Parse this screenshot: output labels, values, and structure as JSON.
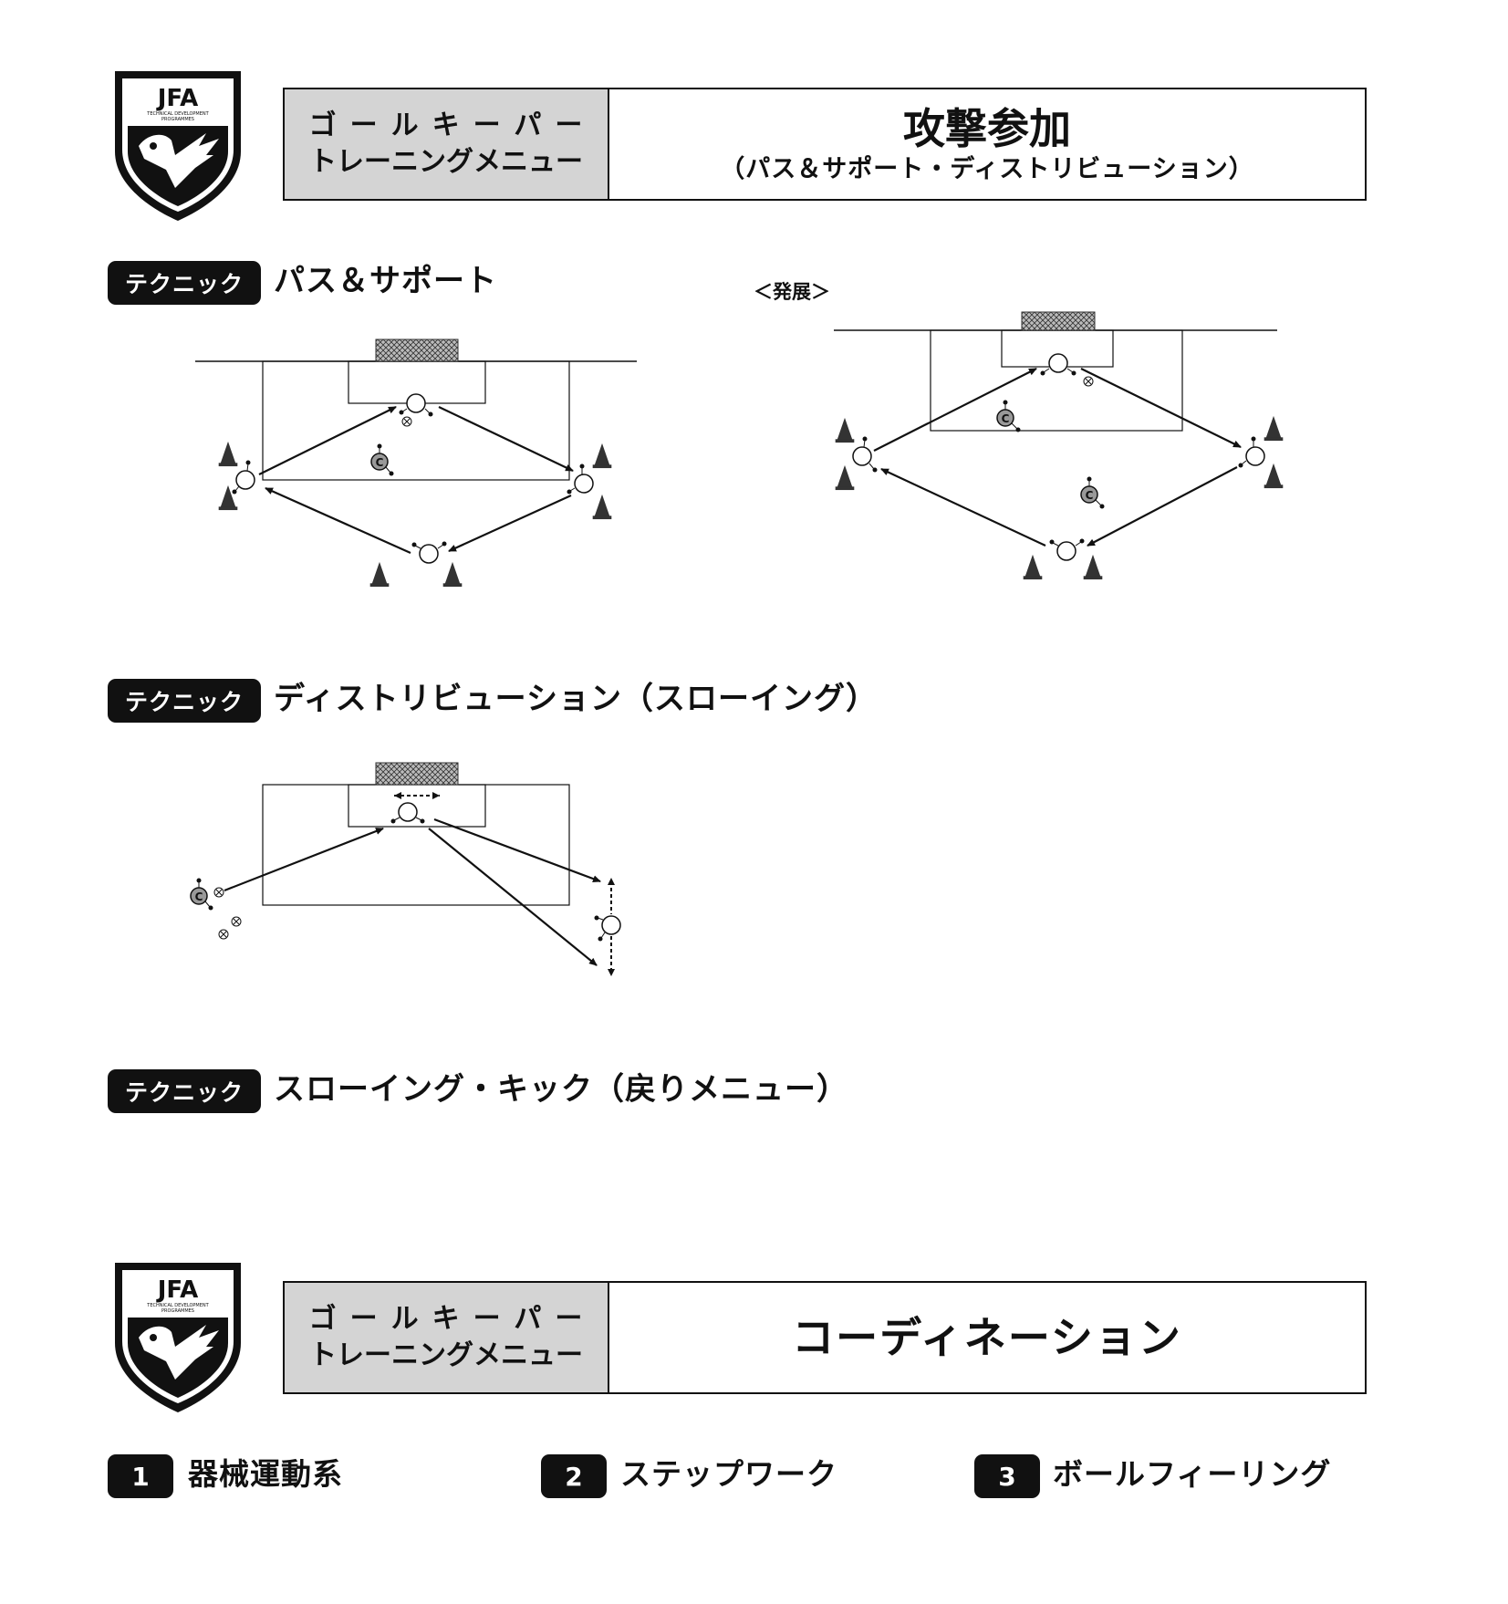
{
  "header1": {
    "logo_text": "JFA",
    "logo_subtext": "TECHNICAL DEVELOPMENT PROGRAMMES",
    "left_line1": "ゴールキーパー",
    "left_line2": "トレーニングメニュー",
    "title": "攻撃参加",
    "subtitle": "（パス＆サポート・ディストリビューション）"
  },
  "section1": {
    "tag": "テクニック",
    "title": "パス＆サポート",
    "note": "＜発展＞"
  },
  "section2": {
    "tag": "テクニック",
    "title": "ディストリビューション（スローイング）"
  },
  "section3": {
    "tag": "テクニック",
    "title": "スローイング・キック（戻りメニュー）"
  },
  "header2": {
    "logo_text": "JFA",
    "logo_subtext": "TECHNICAL DEVELOPMENT PROGRAMMES",
    "left_line1": "ゴールキーパー",
    "left_line2": "トレーニングメニュー",
    "title": "コーディネーション"
  },
  "coordination": [
    {
      "num": "1",
      "label": "器械運動系"
    },
    {
      "num": "2",
      "label": "ステップワーク"
    },
    {
      "num": "3",
      "label": "ボールフィーリング"
    }
  ],
  "diagram_labels": {
    "coach": "C"
  },
  "colors": {
    "header_gray": "#d4d4d4",
    "tag_black": "#111111",
    "cone": "#333333"
  }
}
